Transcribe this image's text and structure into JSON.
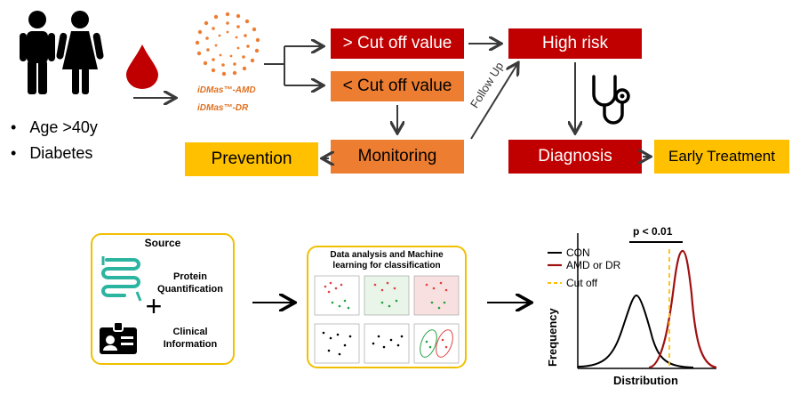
{
  "risk_factors": [
    "Age >40y",
    "Diabetes"
  ],
  "products": {
    "amd": "iDMas™-AMD",
    "dr": "iDMas™-DR"
  },
  "boxes": {
    "above_cutoff": "> Cut off value",
    "below_cutoff": "< Cut off value",
    "high_risk": "High risk",
    "monitoring": "Monitoring",
    "prevention": "Prevention",
    "diagnosis": "Diagnosis",
    "early_treatment": "Early Treatment"
  },
  "follow_up_label": "Follow Up",
  "source_panel": {
    "title": "Source",
    "protein": "Protein Quantification",
    "plus": "+",
    "clinical": "Clinical Information"
  },
  "analysis_panel": {
    "title": "Data analysis and Machine learning for classification"
  },
  "chart": {
    "pvalue": "p < 0.01",
    "legend": [
      "CON",
      "AMD or DR",
      "Cut off"
    ],
    "ylabel": "Frequency",
    "xlabel": "Distribution"
  },
  "colors": {
    "red": "#c00000",
    "orange": "#ed7d31",
    "yellow": "#ffc000",
    "dark_red": "#a01010",
    "teal": "#2bb5a0"
  }
}
